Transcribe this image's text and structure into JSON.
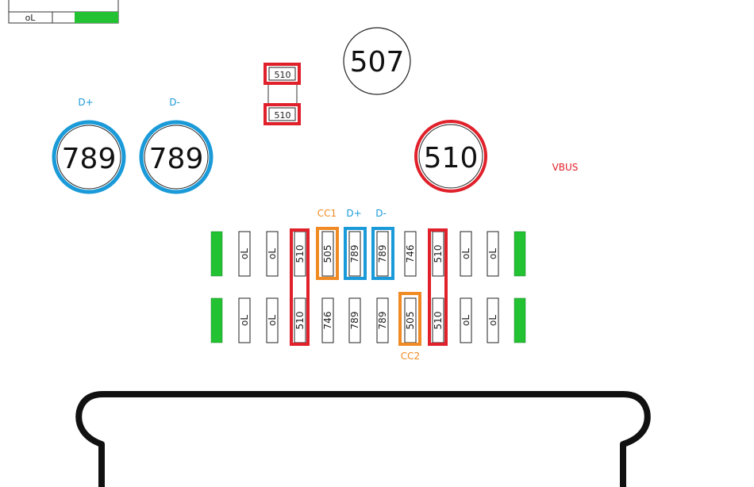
{
  "legend": {
    "box_label": "oL",
    "box_fill": "#22c232"
  },
  "top_components": [
    {
      "id": "resistor-top",
      "label": "510",
      "highlight": "red"
    },
    {
      "id": "resistor-bottom",
      "label": "510",
      "highlight": "red"
    }
  ],
  "circles": [
    {
      "id": "dplus-pad",
      "value": "789",
      "caption": "D+",
      "ring": "blue"
    },
    {
      "id": "dminus-pad",
      "value": "789",
      "caption": "D-",
      "ring": "blue"
    },
    {
      "id": "center-pad",
      "value": "507",
      "caption": "",
      "ring": "none"
    },
    {
      "id": "vbus-pad",
      "value": "510",
      "caption": "",
      "ring": "red"
    }
  ],
  "vbus_label": "VBUS",
  "pin_rows": {
    "top": [
      "",
      "oL",
      "oL",
      "510",
      "505",
      "789",
      "789",
      "746",
      "510",
      "oL",
      "oL",
      ""
    ],
    "bottom": [
      "",
      "oL",
      "oL",
      "510",
      "746",
      "789",
      "789",
      "505",
      "510",
      "oL",
      "oL",
      ""
    ]
  },
  "pin_captions": {
    "cc1": "CC1",
    "dplus": "D+",
    "dminus": "D-",
    "cc2": "CC2"
  },
  "colors": {
    "red": "#e0202a",
    "blue": "#1a9ad8",
    "orange": "#f08a24",
    "green": "#22c232",
    "outline": "#222222"
  }
}
